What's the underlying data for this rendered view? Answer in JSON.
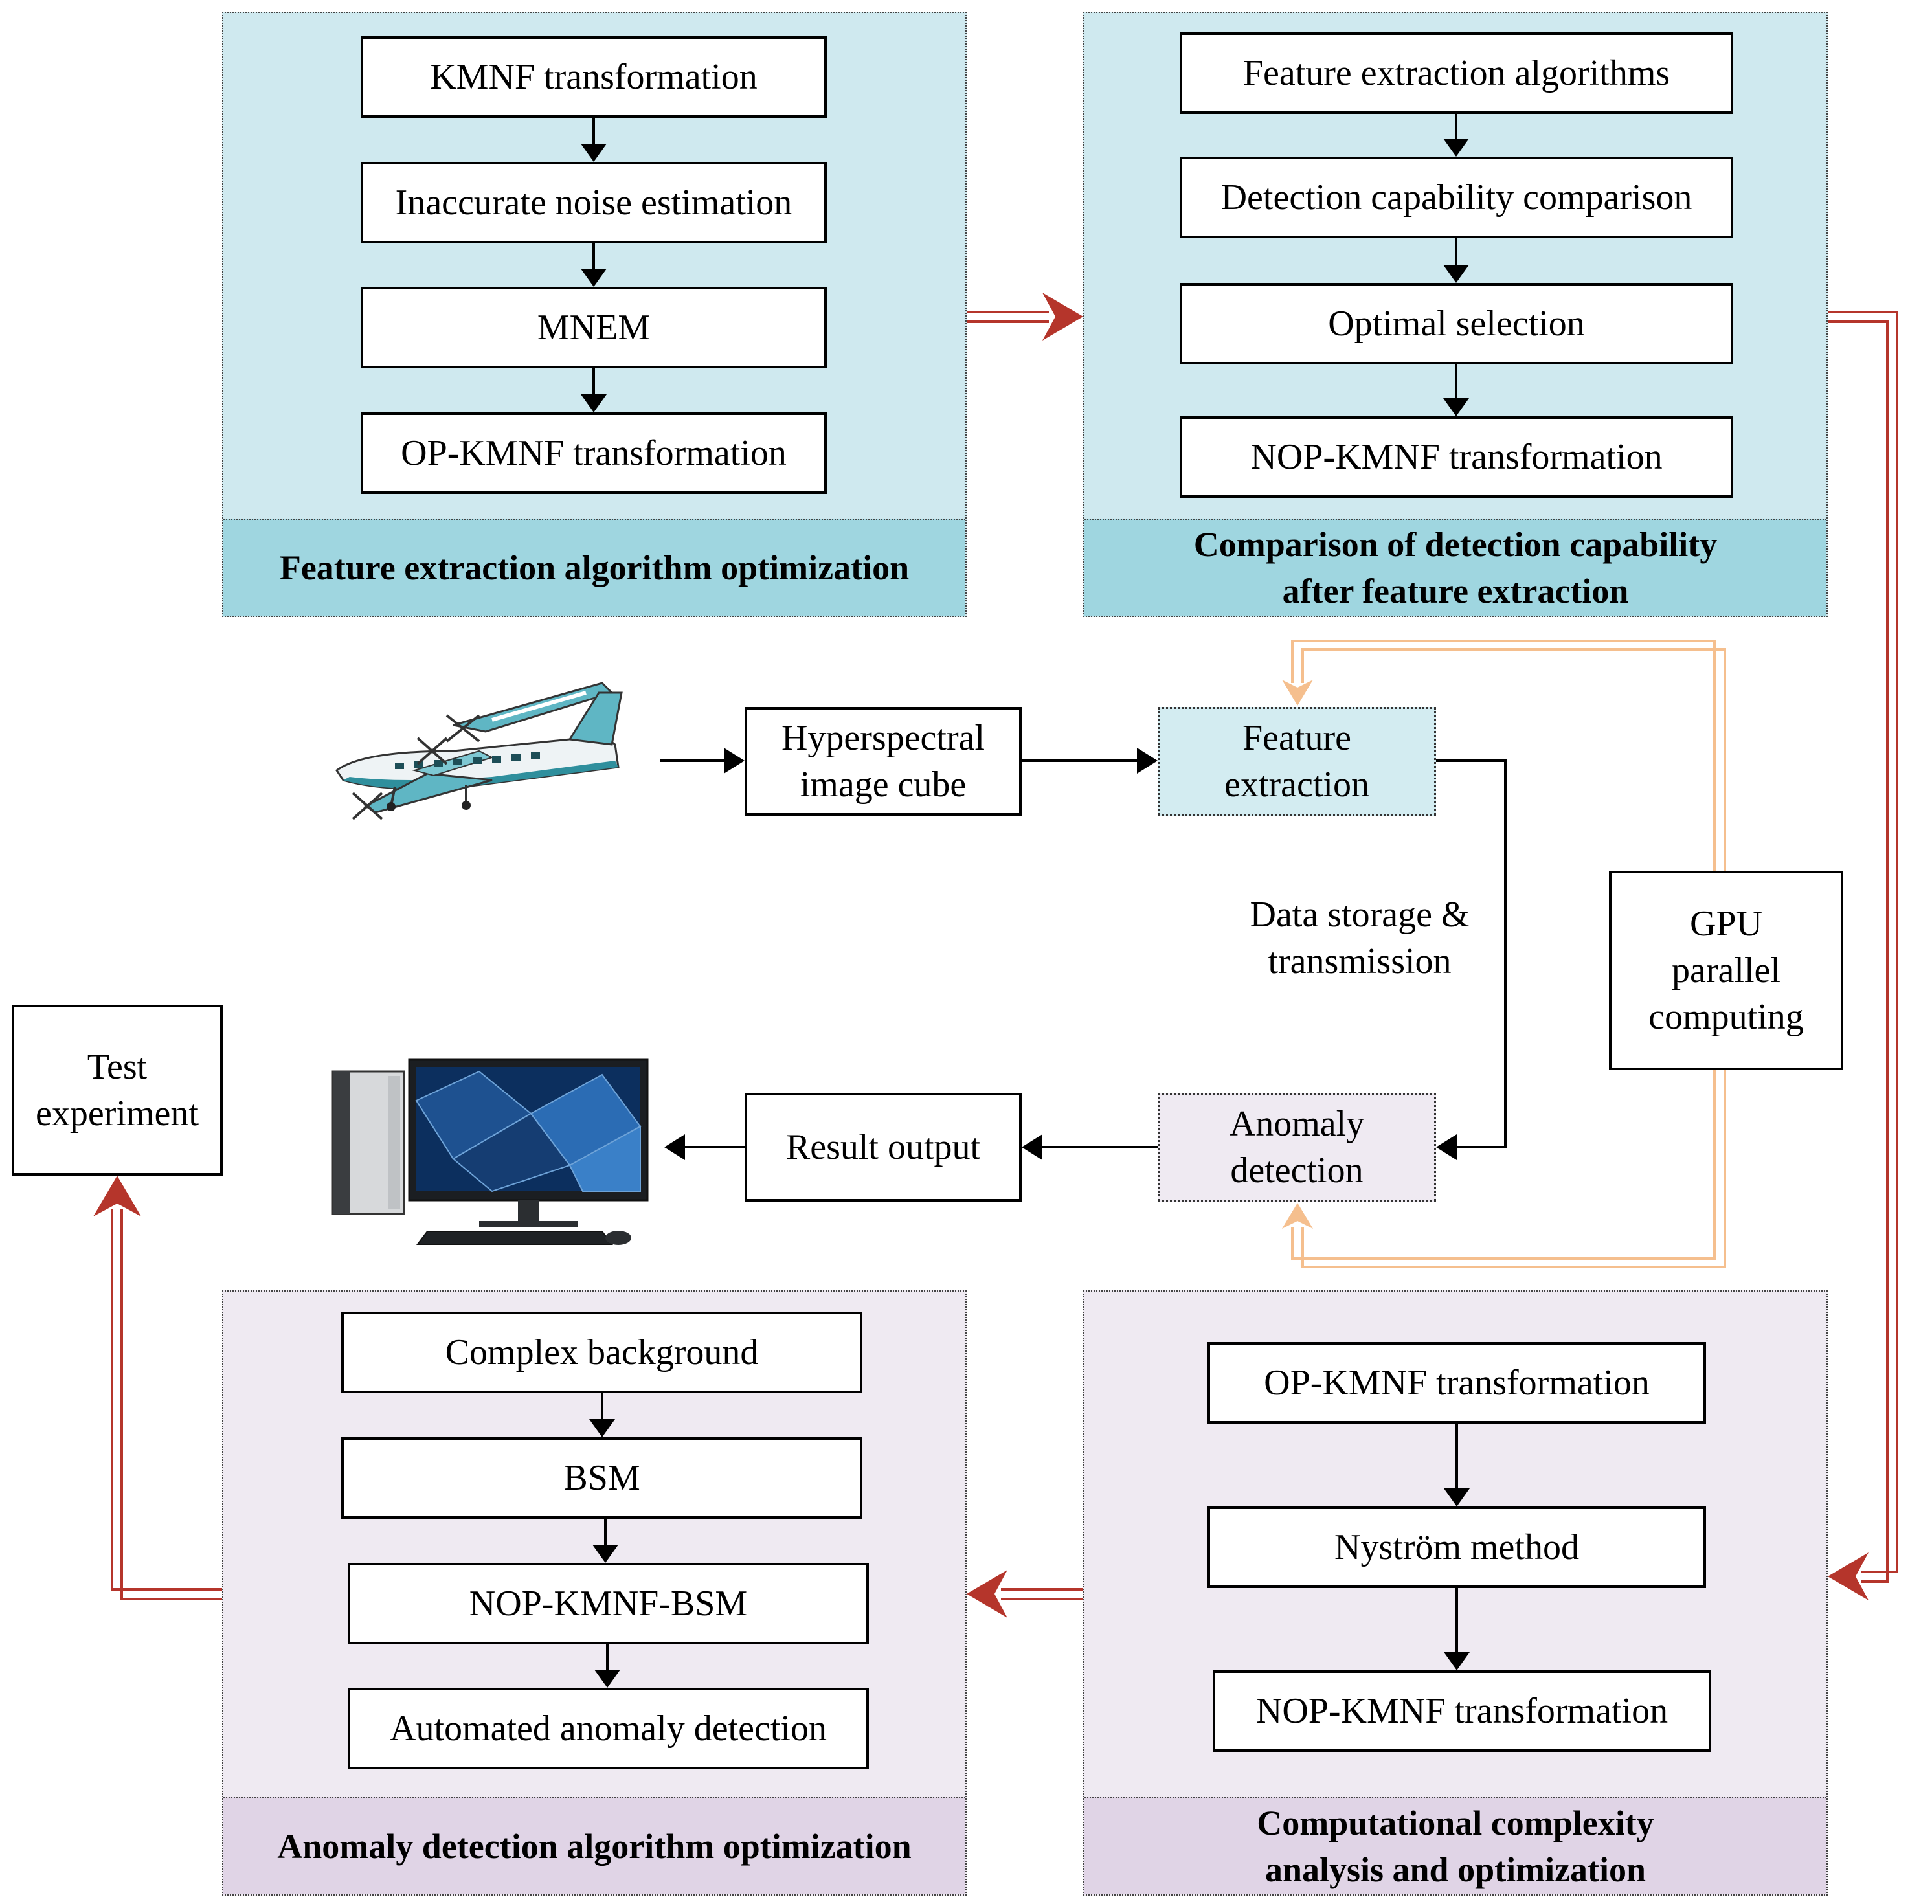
{
  "panels": {
    "feature_opt": {
      "title": "Feature extraction algorithm optimization",
      "steps": [
        "KMNF transformation",
        "Inaccurate noise estimation",
        "MNEM",
        "OP-KMNF transformation"
      ]
    },
    "comparison": {
      "title": "Comparison of detection capability\nafter feature extraction",
      "steps": [
        "Feature extraction algorithms",
        "Detection capability comparison",
        "Optimal selection",
        "NOP-KMNF transformation"
      ]
    },
    "anomaly_opt": {
      "title": "Anomaly detection algorithm optimization",
      "steps": [
        "Complex background",
        "BSM",
        "NOP-KMNF-BSM",
        "Automated anomaly detection"
      ]
    },
    "complexity": {
      "title": "Computational complexity\nanalysis and optimization",
      "steps": [
        "OP-KMNF transformation",
        "Nyström method",
        "NOP-KMNF transformation"
      ]
    }
  },
  "flow": {
    "hyperspectral": "Hyperspectral\nimage cube",
    "feature_extraction": "Feature\nextraction",
    "data_storage": "Data storage &\ntransmission",
    "anomaly_detection": "Anomaly\ndetection",
    "result_output": "Result output",
    "gpu": "GPU\nparallel\ncomputing",
    "test": "Test\nexperiment"
  },
  "colors": {
    "panel_blue": "#cfe9ef",
    "panel_blue_footer": "#9fd6e0",
    "panel_purple": "#efeaf2",
    "panel_purple_footer": "#e0d4e6",
    "red_arrow": "#b5352b",
    "orange_arrow": "#f5bf8e"
  },
  "icons": [
    "airplane-icon",
    "desktop-computer-icon"
  ]
}
